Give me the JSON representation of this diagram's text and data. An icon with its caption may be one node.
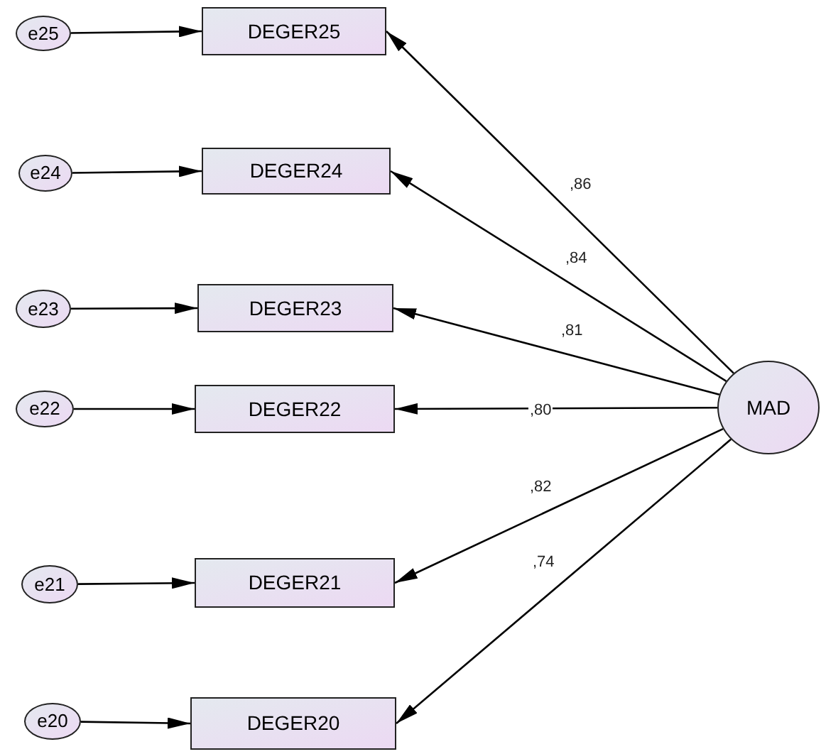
{
  "diagram": {
    "nodes": [
      {
        "text": [
          "e25"
        ]
      },
      {
        "text": [
          "DEGER25"
        ]
      },
      {
        "text": [
          "e24"
        ]
      },
      {
        "text": [
          "DEGER24"
        ]
      },
      {
        "text": [
          "e23"
        ]
      },
      {
        "text": [
          "DEGER23"
        ]
      },
      {
        "text": [
          "e22"
        ]
      },
      {
        "text": [
          "DEGER22"
        ]
      },
      {
        "text": [
          "e21"
        ]
      },
      {
        "text": [
          "DEGER21"
        ]
      },
      {
        "text": [
          "e20"
        ]
      },
      {
        "text": [
          "DEGER20"
        ]
      },
      {
        "text": [
          "MAD"
        ]
      }
    ],
    "edges": [
      {
        "from": 0,
        "to": 1,
        "arrow": "to"
      },
      {
        "from": 2,
        "to": 3,
        "arrow": "to"
      },
      {
        "from": 4,
        "to": 5,
        "arrow": "to"
      },
      {
        "from": 6,
        "to": 7,
        "arrow": "to"
      },
      {
        "from": 8,
        "to": 9,
        "arrow": "to"
      },
      {
        "from": 10,
        "to": 11,
        "arrow": "to"
      },
      {
        "from": 12,
        "to": 1,
        "arrow": "to",
        "label": ",86"
      },
      {
        "from": 12,
        "to": 3,
        "arrow": "to",
        "label": ",84"
      },
      {
        "from": 12,
        "to": 5,
        "arrow": "to",
        "label": ",81"
      },
      {
        "from": 12,
        "to": 7,
        "arrow": "to",
        "label": ",80"
      },
      {
        "from": 12,
        "to": 9,
        "arrow": "to",
        "label": ",82"
      },
      {
        "from": 12,
        "to": 11,
        "arrow": "to",
        "label": ",74"
      }
    ]
  }
}
